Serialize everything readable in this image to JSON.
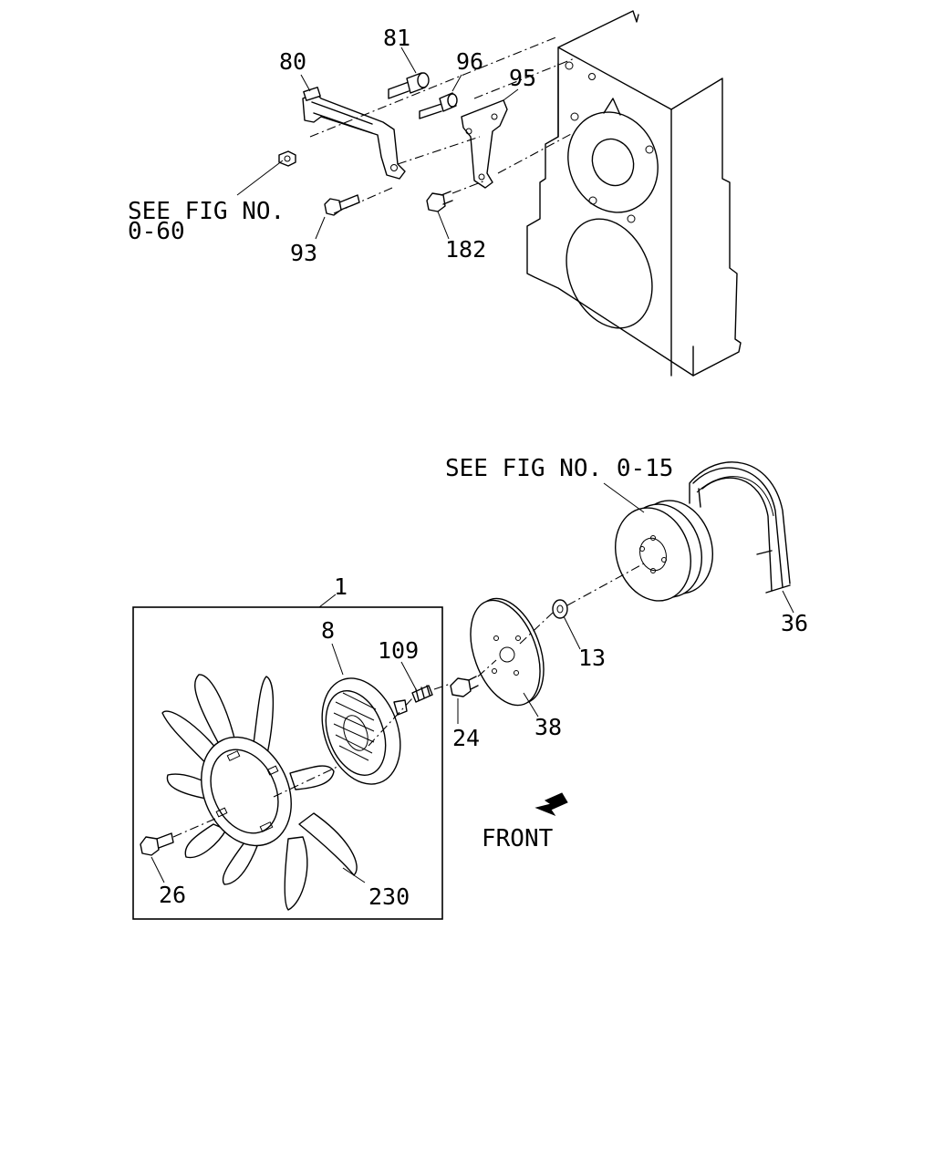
{
  "references": {
    "top_see_fig_line1": "SEE FIG NO.",
    "top_see_fig_line2": "0-60",
    "belt_see_fig": "SEE FIG NO. 0-15"
  },
  "direction_label": "FRONT",
  "callouts": {
    "p80": "80",
    "p81": "81",
    "p96": "96",
    "p95": "95",
    "p93": "93",
    "p182": "182",
    "p1": "1",
    "p8": "8",
    "p109": "109",
    "p13": "13",
    "p36": "36",
    "p24": "24",
    "p38": "38",
    "p26": "26",
    "p230": "230"
  }
}
